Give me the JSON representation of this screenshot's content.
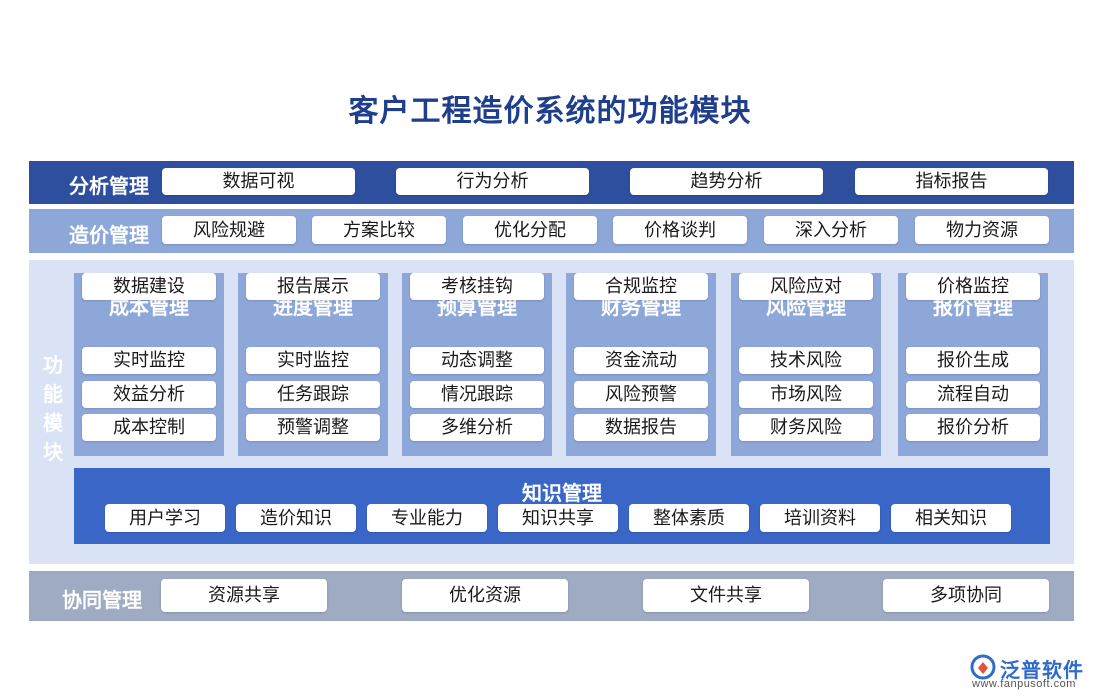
{
  "title": "客户工程造价系统的功能模块",
  "fenxi": {
    "label": "分析管理",
    "items": [
      "数据可视",
      "行为分析",
      "趋势分析",
      "指标报告"
    ]
  },
  "zaojia": {
    "label": "造价管理",
    "items": [
      "风险规避",
      "方案比较",
      "优化分配",
      "价格谈判",
      "深入分析",
      "物力资源"
    ]
  },
  "gongneng": {
    "label": "功能模块",
    "modules": [
      {
        "title": "成本管理",
        "items": [
          "实时监控",
          "效益分析",
          "成本控制",
          "数据建设"
        ]
      },
      {
        "title": "进度管理",
        "items": [
          "实时监控",
          "任务跟踪",
          "预警调整",
          "报告展示"
        ]
      },
      {
        "title": "预算管理",
        "items": [
          "动态调整",
          "情况跟踪",
          "多维分析",
          "考核挂钩"
        ]
      },
      {
        "title": "财务管理",
        "items": [
          "资金流动",
          "风险预警",
          "数据报告",
          "合规监控"
        ]
      },
      {
        "title": "风险管理",
        "items": [
          "技术风险",
          "市场风险",
          "财务风险",
          "风险应对"
        ]
      },
      {
        "title": "报价管理",
        "items": [
          "报价生成",
          "流程自动",
          "报价分析",
          "价格监控"
        ]
      }
    ],
    "zhishi": {
      "title": "知识管理",
      "items": [
        "用户学习",
        "造价知识",
        "专业能力",
        "知识共享",
        "整体素质",
        "培训资料",
        "相关知识"
      ]
    }
  },
  "xietong": {
    "label": "协同管理",
    "items": [
      "资源共享",
      "优化资源",
      "文件共享",
      "多项协同"
    ]
  },
  "logo": {
    "name": "泛普软件",
    "url": "www.fanpusoft.com"
  },
  "colors": {
    "title": "#1f3f8c",
    "band_dark": "#2e4f9e",
    "band_light": "#8ea7d9",
    "panel_bg": "#d9e3f5",
    "knowledge": "#3a67c7",
    "collab": "#9eabc2"
  }
}
